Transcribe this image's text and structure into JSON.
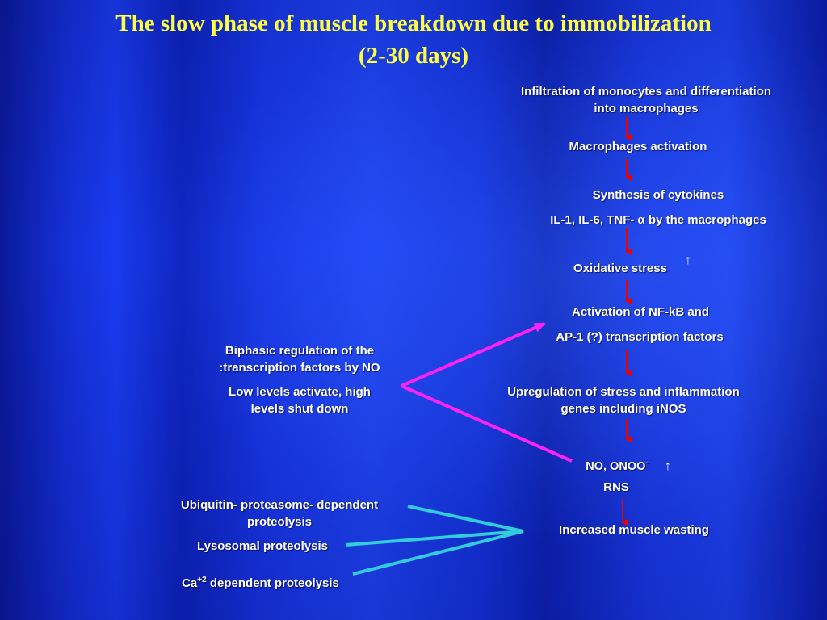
{
  "title": {
    "line1": "The slow phase of muscle breakdown due to immobilization",
    "line2": "(2-30 days)"
  },
  "flow": {
    "step1_line1": "Infiltration of monocytes and differentiation",
    "step1_line2": "into macrophages",
    "step2": "Macrophages activation",
    "step3_line1": "Synthesis of cytokines",
    "step3_line2": "IL-1, IL-6, TNF- α by the macrophages",
    "step4": "Oxidative stress",
    "step5_line1": "Activation of NF-kB and",
    "step5_line2": "AP-1 (?) transcription factors",
    "step6_line1": "Upregulation of stress and inflammation",
    "step6_line2": "genes including iNOS",
    "step7_base": "NO, ONOO",
    "step7_sup": "-",
    "step7_line2": "RNS",
    "step8": "Increased muscle wasting"
  },
  "left": {
    "biphasic_line1": "Biphasic regulation of the",
    "biphasic_line2": ":transcription factors by NO",
    "levels_line1": "Low levels activate, high",
    "levels_line2": "levels shut down",
    "ubiq_line1": "Ubiquitin- proteasome- dependent",
    "ubiq_line2": "proteolysis",
    "lysosomal": "Lysosomal proteolysis",
    "ca_base": "Ca",
    "ca_sup": "+2",
    "ca_rest": " dependent proteolysis"
  },
  "symbols": {
    "increase": "↑"
  },
  "colors": {
    "title": "#ffff44",
    "text": "#ffffff",
    "flow_arrow": "#ee0000",
    "no_lines": "#ff22ff",
    "proteolysis_lines": "#33ccdd"
  }
}
